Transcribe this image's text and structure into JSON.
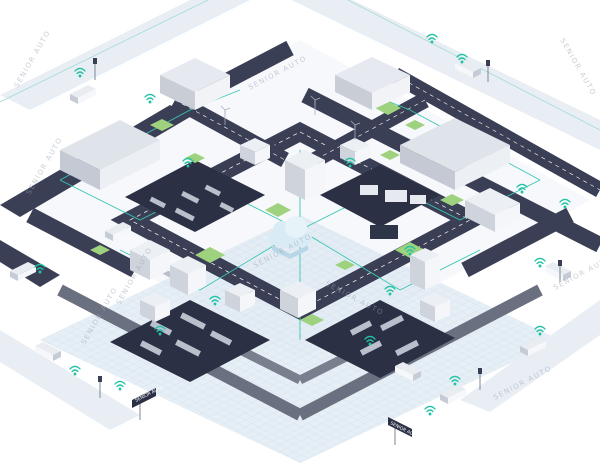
{
  "scene": {
    "kind": "isometric smart-city illustration",
    "watermark_text": "SENIOR AUTO",
    "sign_text": "SENIOR AUTO",
    "colors": {
      "background": "#ffffff",
      "ground": "#eef3f8",
      "road": "#3a3f55",
      "road_edge": "#2a2e40",
      "lane_mark": "#ffffff",
      "factory_pad": "#2b3045",
      "grass": "#9fd27f",
      "building_light": "#f1f3f7",
      "building_mid": "#dfe3ea",
      "building_dark": "#c4c9d3",
      "signal": "#22c2a5",
      "fiber": "#39c6b4",
      "cloud": "#d9ecf5",
      "truck": "#e9edf2"
    },
    "icons": [
      "wifi-icon",
      "cloud-icon",
      "truck-icon",
      "factory-icon",
      "warehouse-icon",
      "traffic-light-icon",
      "wind-turbine-icon"
    ]
  }
}
